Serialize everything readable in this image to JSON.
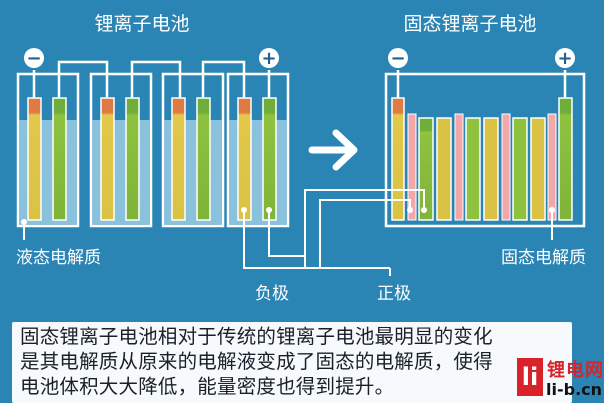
{
  "diagram": {
    "left_title": "锂离子电池",
    "right_title": "固态锂离子电池",
    "liquid_electrolyte_label": "液态电解质",
    "solid_electrolyte_label": "固态电解质",
    "negative_electrode_label": "负极",
    "positive_electrode_label": "正极",
    "minus_symbol": "−",
    "plus_symbol": "+"
  },
  "caption": {
    "line1": "固态锂离子电池相对于传统的锂离子电池最明显的变化",
    "line2": "是其电解质从原来的电解液变成了固态的电解质，使得",
    "line3": "电池体积大大降低，能量密度也得到提升。"
  },
  "watermark": {
    "mark": "li",
    "name": "锂电网",
    "url": "li-b.cn"
  },
  "colors": {
    "background": "#2b85b4",
    "electrolyte": "#9bcbe3",
    "negative_electrode": "#e07a45",
    "positive_electrode": "#86b83c",
    "solid_electrolyte": "#f2a7a8",
    "current_collector": "#e8d44b"
  }
}
